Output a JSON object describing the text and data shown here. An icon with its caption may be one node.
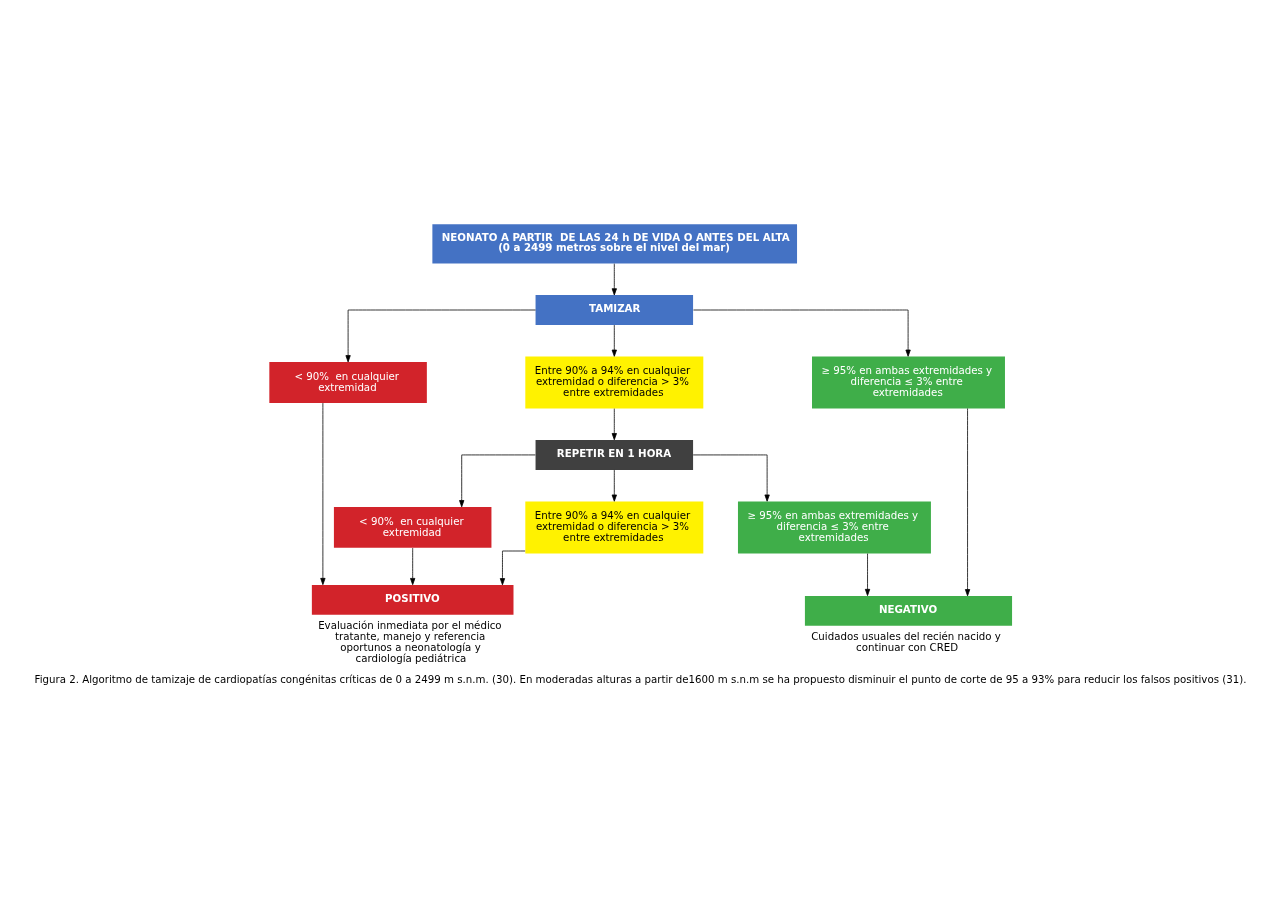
{
  "diagram": {
    "caption": "Figura 2. Algoritmo de tamizaje de cardiopatías congénitas críticas de 0 a 2499 m s.n.m. (30). En moderadas alturas a partir de1600 m s.n.m se ha propuesto disminuir el punto de corte de 95 a 93% para reducir los falsos positivos (31).",
    "nodes": [
      {
        "text": [
          "NEONATO A PARTIR  DE LAS 24 h DE VIDA O ANTES DEL ALTA",
          "(0 a 2499 metros sobre el nivel del mar)"
        ]
      },
      {
        "text": [
          "TAMIZAR"
        ]
      },
      {
        "text": [
          "< 90%  en cualquier extremidad"
        ]
      },
      {
        "text": [
          "Entre 90% a 94% en cualquier extremidad o diferencia > 3% entre extremidades"
        ]
      },
      {
        "text": [
          "≥ 95% en ambas extremidades y diferencia ≤ 3% entre extremidades"
        ]
      },
      {
        "text": [
          "REPETIR EN 1 HORA"
        ]
      },
      {
        "text": [
          "< 90%  en cualquier extremidad"
        ]
      },
      {
        "text": [
          "Entre 90% a 94% en cualquier extremidad o diferencia > 3% entre extremidades"
        ]
      },
      {
        "text": [
          "≥ 95% en ambas extremidades y diferencia ≤ 3% entre extremidades"
        ]
      },
      {
        "text": [
          "POSITIVO"
        ],
        "beside": [
          "Evaluación inmediata por el médico tratante, manejo y referencia oportunos a neonatología y cardiología pediátrica"
        ]
      },
      {
        "text": [
          "NEGATIVO"
        ],
        "beside": [
          "Cuidados usuales del recién nacido y continuar con CRED"
        ]
      }
    ],
    "edges": [
      {
        "from": 0,
        "to": 1,
        "arrow": "to"
      },
      {
        "from": 1,
        "to": 2,
        "arrow": "to"
      },
      {
        "from": 1,
        "to": 3,
        "arrow": "to"
      },
      {
        "from": 1,
        "to": 4,
        "arrow": "to"
      },
      {
        "from": 3,
        "to": 5,
        "arrow": "to"
      },
      {
        "from": 5,
        "to": 6,
        "arrow": "to"
      },
      {
        "from": 5,
        "to": 7,
        "arrow": "to"
      },
      {
        "from": 5,
        "to": 8,
        "arrow": "to"
      },
      {
        "from": 2,
        "to": 9,
        "arrow": "to"
      },
      {
        "from": 6,
        "to": 9,
        "arrow": "to"
      },
      {
        "from": 7,
        "to": 9,
        "arrow": "to"
      },
      {
        "from": 4,
        "to": 10,
        "arrow": "to"
      },
      {
        "from": 8,
        "to": 10,
        "arrow": "to"
      }
    ]
  }
}
